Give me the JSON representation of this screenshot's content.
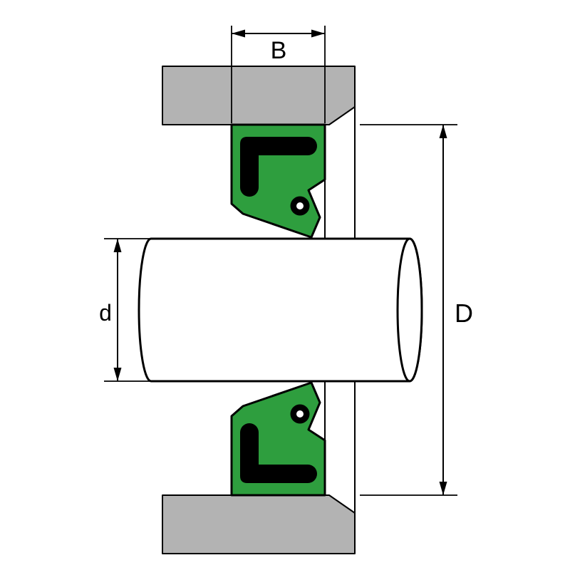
{
  "diagram_labels": {
    "width": "B",
    "shaft_diameter": "d",
    "outer_diameter": "D"
  },
  "colors": {
    "background": "#ffffff",
    "housing": "#b3b3b3",
    "seal_rubber": "#2e9e3e",
    "seal_case": "#000000",
    "shaft": "#ffffff",
    "spring_center": "#ffffff",
    "line": "#000000"
  }
}
